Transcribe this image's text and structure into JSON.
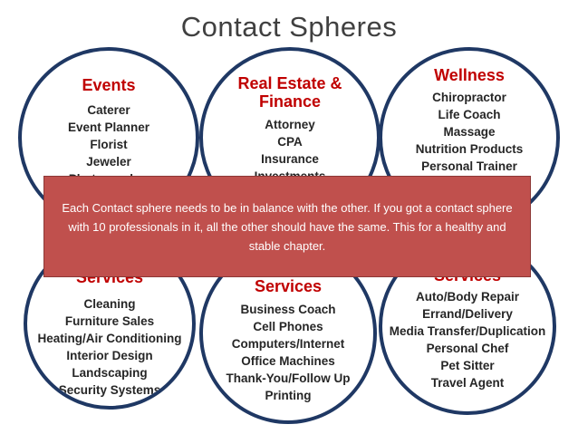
{
  "title": "Contact Spheres",
  "spheres": [
    {
      "title_lines": [
        "Events"
      ],
      "items": [
        "Caterer",
        "Event Planner",
        "Florist",
        "Jeweler",
        "Photographer"
      ]
    },
    {
      "title_lines": [
        "Real Estate &",
        "Finance"
      ],
      "items": [
        "Attorney",
        "CPA",
        "Insurance",
        "Investments"
      ]
    },
    {
      "title_lines": [
        "Wellness"
      ],
      "items": [
        "Chiropractor",
        "Life Coach",
        "Massage",
        "Nutrition Products",
        "Personal Trainer"
      ]
    },
    {
      "title_lines": [
        "Services"
      ],
      "items": [
        "Cleaning",
        "Furniture Sales",
        "Heating/Air Conditioning",
        "Interior Design",
        "Landscaping",
        "Security Systems"
      ]
    },
    {
      "title_lines": [
        "Services"
      ],
      "items": [
        "Business Coach",
        "Cell Phones",
        "Computers/Internet",
        "Office Machines",
        "Thank-You/Follow Up",
        "Printing"
      ]
    },
    {
      "title_lines": [
        "Services"
      ],
      "items": [
        "Auto/Body Repair",
        "Errand/Delivery",
        "Media Transfer/Duplication",
        "Personal Chef",
        "Pet Sitter",
        "Travel Agent"
      ]
    }
  ],
  "banner_text": "Each Contact sphere needs to be in balance with the other. If you got a contact sphere with 10 professionals in it, all the other should have the same. This for a healthy and stable chapter.",
  "colors": {
    "circle_border": "#1f3864",
    "heading": "#c00000",
    "banner": "#c0504d"
  }
}
